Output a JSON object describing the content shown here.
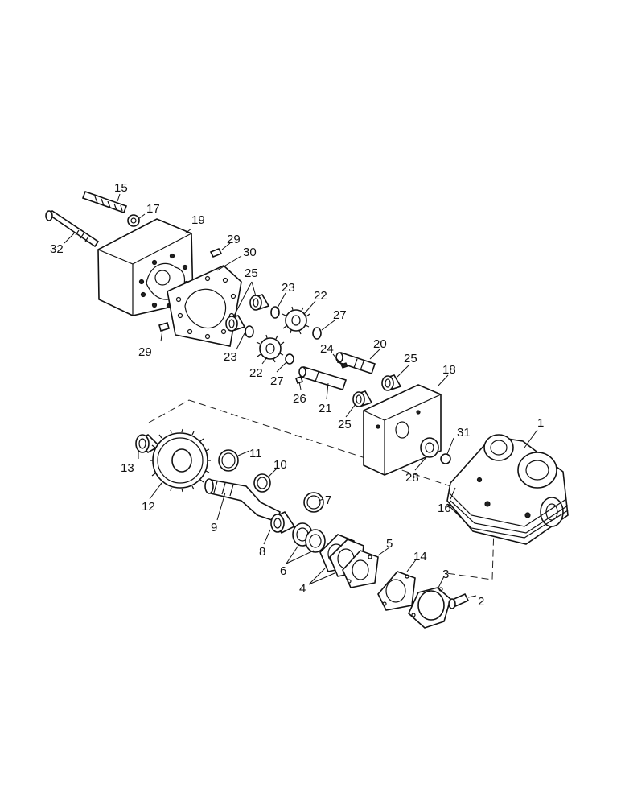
{
  "callouts": {
    "c1": "1",
    "c2": "2",
    "c3": "3",
    "c4": "4",
    "c5": "5",
    "c6": "6",
    "c7": "7",
    "c8": "8",
    "c9": "9",
    "c10": "10",
    "c11": "11",
    "c12": "12",
    "c13": "13",
    "c14": "14",
    "c15": "15",
    "c16": "16",
    "c17": "17",
    "c18": "18",
    "c19": "19",
    "c20": "20",
    "c21": "21",
    "c22a": "22",
    "c22b": "22",
    "c23a": "23",
    "c23b": "23",
    "c24": "24",
    "c25a": "25",
    "c25b": "25",
    "c25c": "25",
    "c26": "26",
    "c27a": "27",
    "c27b": "27",
    "c28": "28",
    "c29a": "29",
    "c29b": "29",
    "c30": "30",
    "c31": "31",
    "c32": "32"
  }
}
